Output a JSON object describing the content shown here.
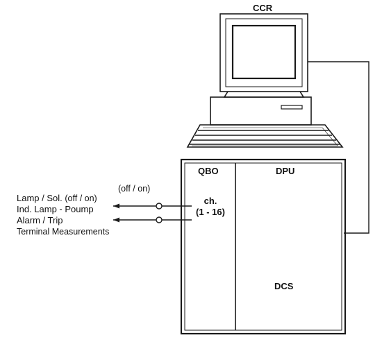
{
  "labels": {
    "ccr": "CCR",
    "qbo": "QBO",
    "dpu": "DPU",
    "dcs": "DCS",
    "channel_line1": "ch.",
    "channel_line2": "(1 - 16)",
    "off_on_top": "(off / on)",
    "lamp_sol": "Lamp / Sol.",
    "lamp_sol_state": "(off / on)",
    "ind_lamp": "Ind. Lamp - Poump",
    "alarm_trip": "Alarm / Trip",
    "terminal_measurements": "Terminal Measurements"
  },
  "colors": {
    "line": "#1a1a1a",
    "background": "#ffffff"
  }
}
